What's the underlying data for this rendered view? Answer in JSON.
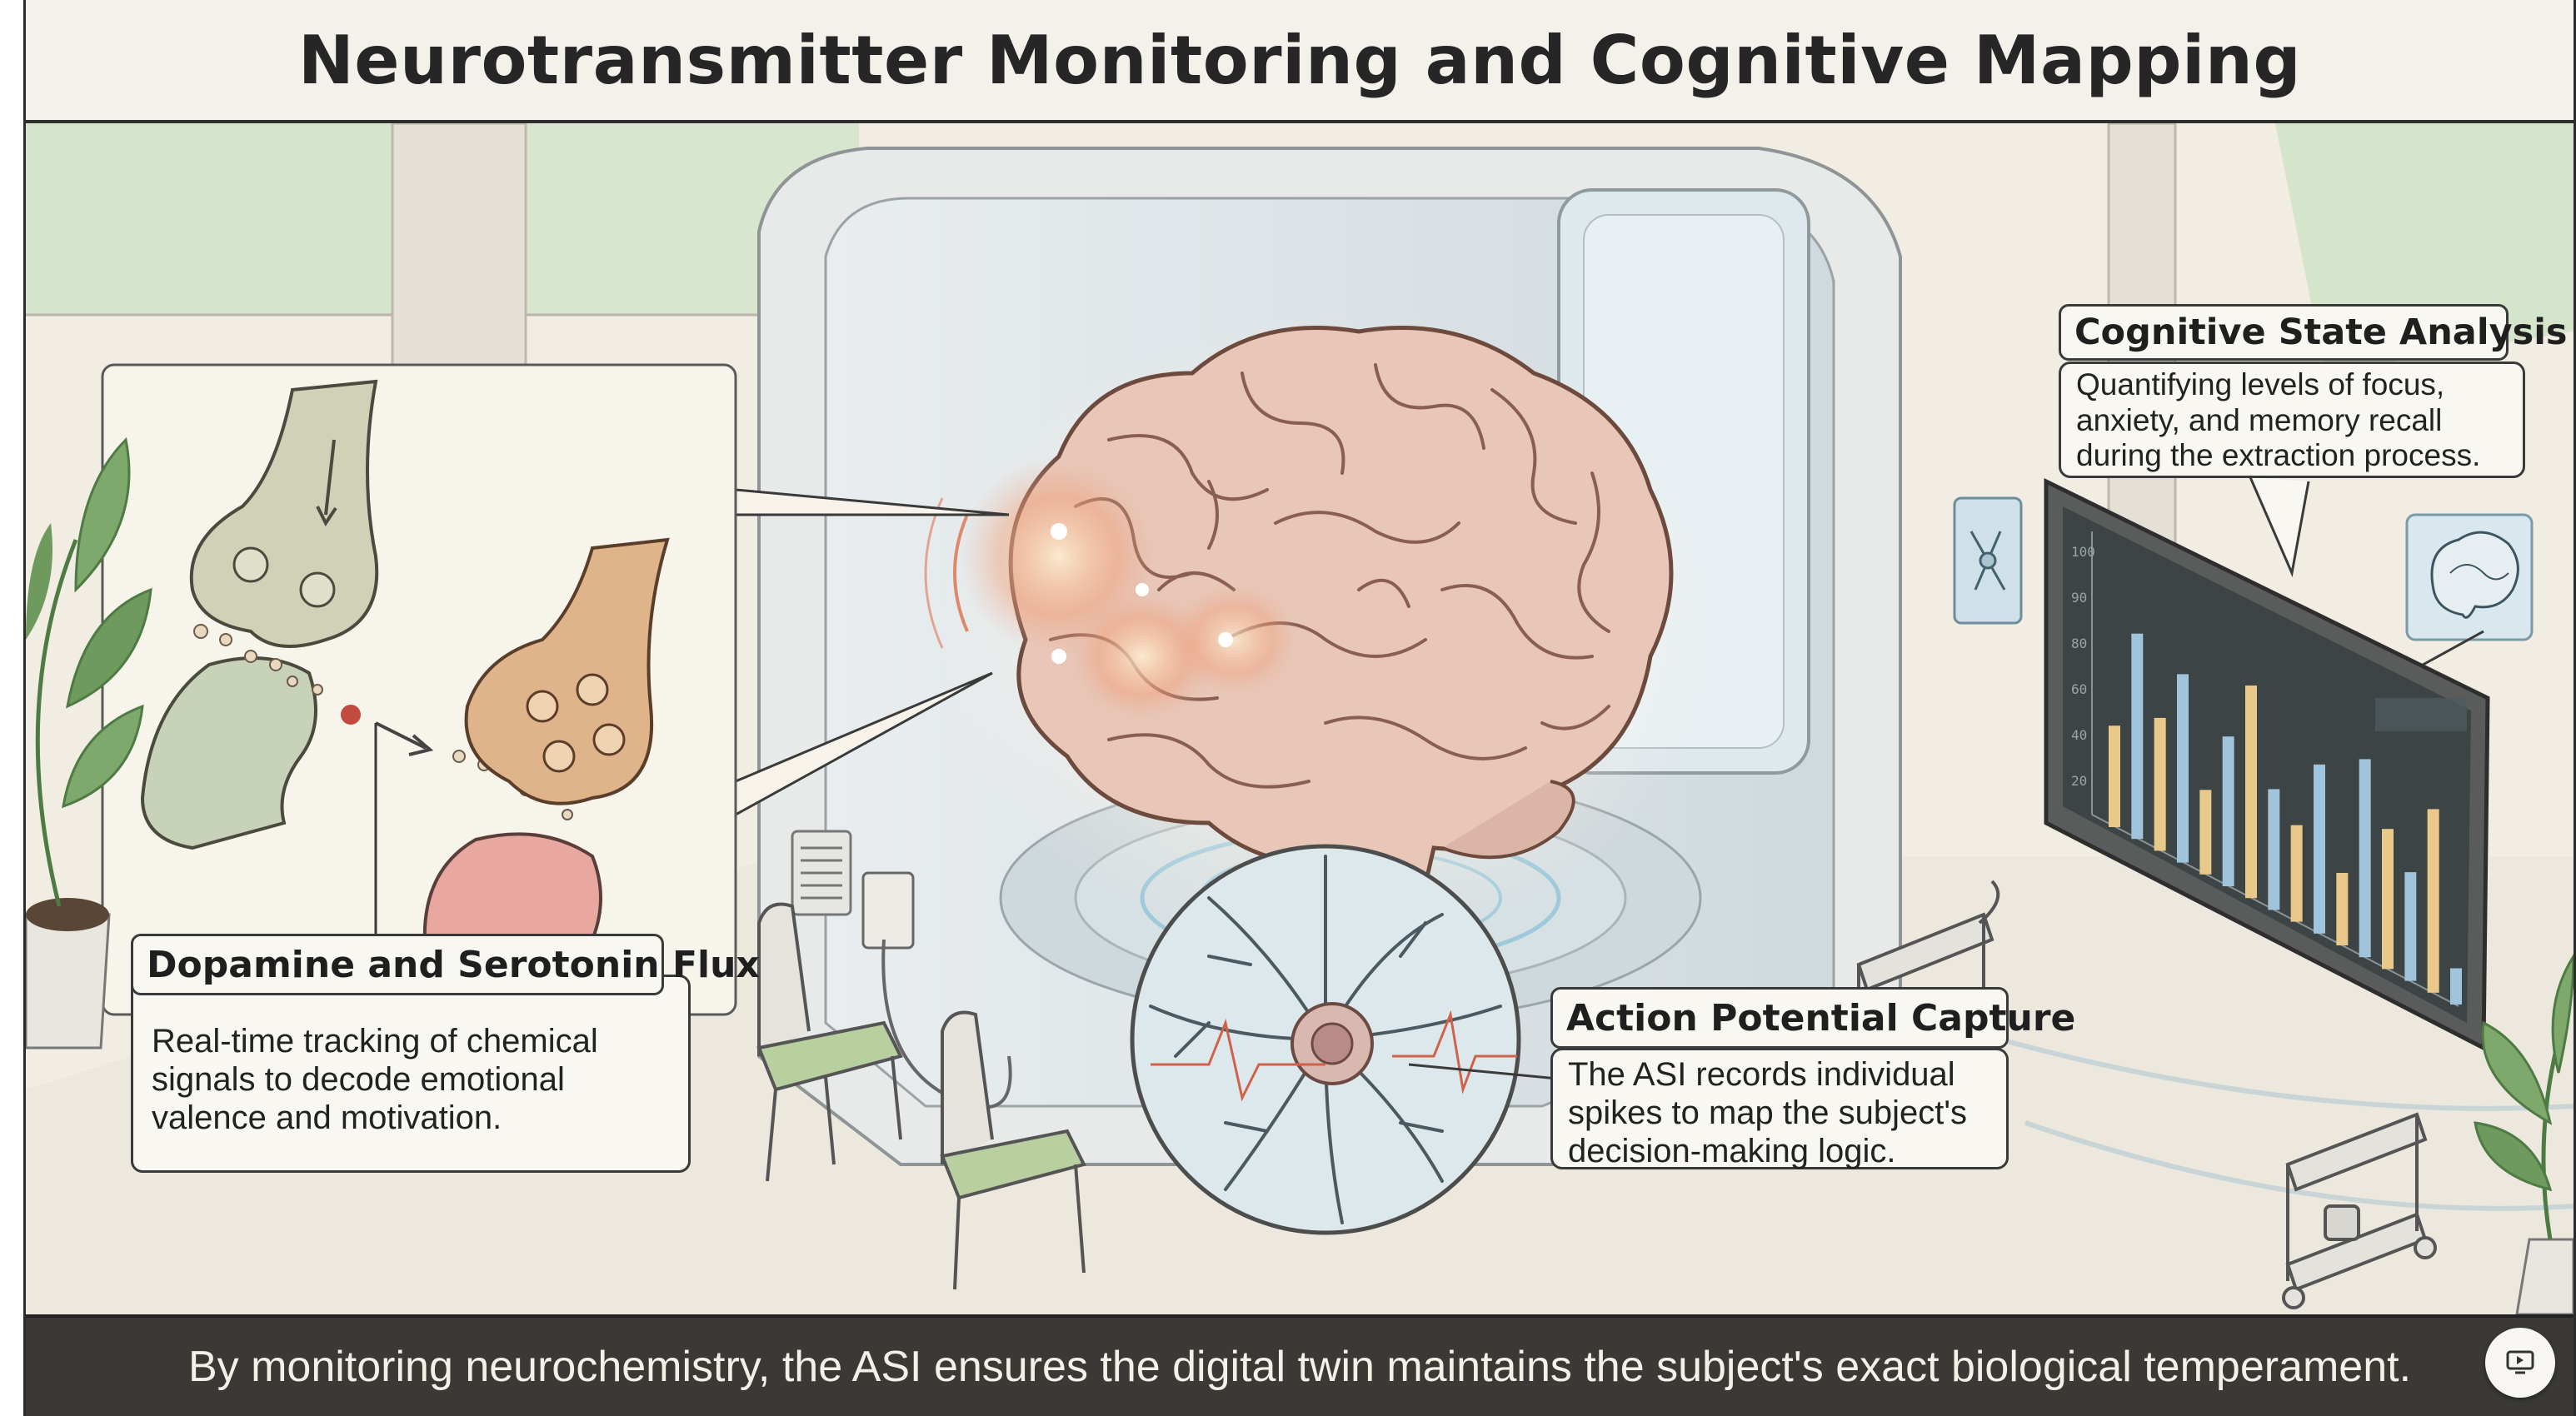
{
  "title": "Neurotransmitter Monitoring and Cognitive Mapping",
  "callouts": {
    "dopamine": {
      "title": "Dopamine and Serotonin Flux",
      "lines": [
        "Real-time tracking of chemical",
        "signals to decode emotional",
        "valence and motivation."
      ]
    },
    "cognitive": {
      "title": "Cognitive State Analysis",
      "lines": [
        "Quantifying levels of focus,",
        "anxiety, and memory recall",
        "during the extraction process."
      ]
    },
    "action": {
      "title": "Action Potential Capture",
      "lines": [
        "The ASI records individual",
        "spikes to map the subject's",
        "decision-making logic."
      ]
    }
  },
  "monitor": {
    "axis_ticks": [
      "100",
      "90",
      "80",
      "60",
      "40",
      "20"
    ],
    "bar_levels": [
      0.42,
      0.85,
      0.55,
      0.78,
      0.35,
      0.62,
      0.88,
      0.5,
      0.4,
      0.7,
      0.3,
      0.82,
      0.58,
      0.45,
      0.76,
      0.15
    ]
  },
  "footer": "By monitoring neurochemistry, the ASI ensures the digital twin maintains the subject's exact biological temperament.",
  "icons": {
    "present": "present-screen-icon",
    "brain_panel": "brain-panel-icon",
    "neuron_panel": "neuron-panel-icon"
  },
  "colors": {
    "title_bg": "#f4f1ea",
    "footer_bg": "#3a3935",
    "brain": "#e6c3b3",
    "floor": "#efece3",
    "wall_green": "#d7e6cf"
  }
}
